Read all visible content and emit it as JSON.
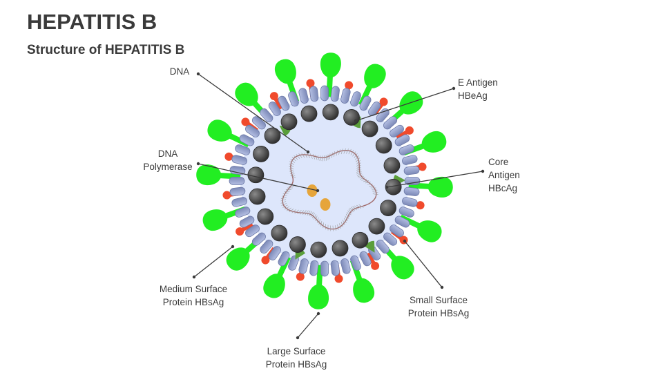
{
  "title": "HEPATITIS B",
  "subtitle": "Structure of HEPATITIS B",
  "labels": {
    "dna": [
      "DNA"
    ],
    "dna_polymerase": [
      "DNA",
      "Polymerase"
    ],
    "e_antigen": [
      "E Antigen",
      "HBeAg"
    ],
    "core_antigen": [
      "Core",
      "Antigen",
      "HBcAg"
    ],
    "medium_surface": [
      "Medium Surface",
      "Protein HBsAg"
    ],
    "small_surface": [
      "Small Surface",
      "Protein HBsAg"
    ],
    "large_surface": [
      "Large Surface",
      "Protein HBsAg"
    ]
  },
  "colors": {
    "membrane": "#8f9cc8",
    "interior": "#dde6fb",
    "large_protein": "#22ee22",
    "medium_protein": "#f04a2c",
    "e_antigen": "#5a9e3a",
    "core": "#4a4a4a",
    "polymerase": "#e6a53a",
    "dna_strand": "#a06a6a",
    "leader": "#3a3a3a"
  }
}
